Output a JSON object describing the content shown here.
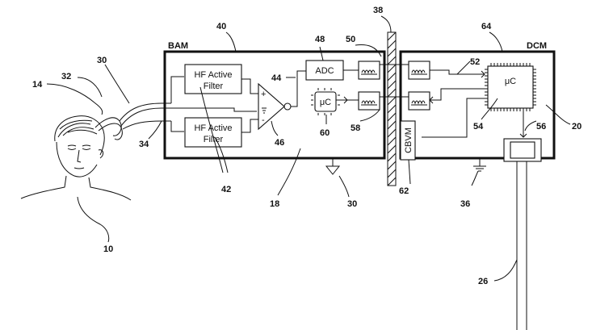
{
  "modules": {
    "bam_label": "BAM",
    "dcm_label": "DCM"
  },
  "blocks": {
    "filter_top": [
      "HF Active",
      "Filter"
    ],
    "filter_bottom": [
      "HF Active",
      "Filter"
    ],
    "adc": "ADC",
    "uc_small": "μC",
    "uc_large": "μC",
    "cbvm": "CBVM"
  },
  "amp_signs": {
    "plus": "+",
    "minus": "-"
  },
  "refs": {
    "r10": "10",
    "r14": "14",
    "r18": "18",
    "r20": "20",
    "r26": "26",
    "r30a": "30",
    "r30b": "30",
    "r32": "32",
    "r34": "34",
    "r36": "36",
    "r38": "38",
    "r40": "40",
    "r42": "42",
    "r44": "44",
    "r46": "46",
    "r48": "48",
    "r50": "50",
    "r52": "52",
    "r54": "54",
    "r56": "56",
    "r58": "58",
    "r60": "60",
    "r62": "62",
    "r64": "64"
  }
}
